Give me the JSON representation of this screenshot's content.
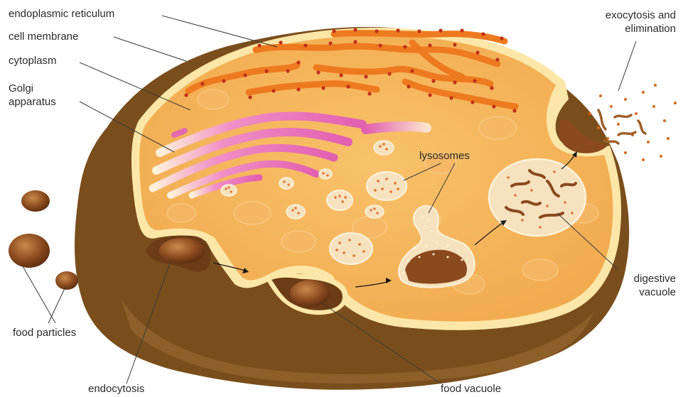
{
  "labels": {
    "endoplasmic_reticulum": "endoplasmic reticulum",
    "cell_membrane": "cell membrane",
    "cytoplasm": "cytoplasm",
    "golgi_line1": "Golgi",
    "golgi_line2": "apparatus",
    "exocytosis_line1": "exocytosis and",
    "exocytosis_line2": "elimination",
    "lysosomes": "lysosomes",
    "digestive_line1": "digestive",
    "digestive_line2": "vacuole",
    "food_particles": "food particles",
    "endocytosis": "endocytosis",
    "food_vacuole": "food vacuole"
  },
  "colors": {
    "outer_body": "#7a4e1c",
    "cytoplasm": "#f5b860",
    "membrane": "#fde7a8",
    "er": "#ee7a1f",
    "er_dots": "#c0301a",
    "golgi": "#e46ab0",
    "vesicle": "#f6e2bf",
    "food": "#8a4a1e",
    "leader_line": "#3a3a3a"
  }
}
